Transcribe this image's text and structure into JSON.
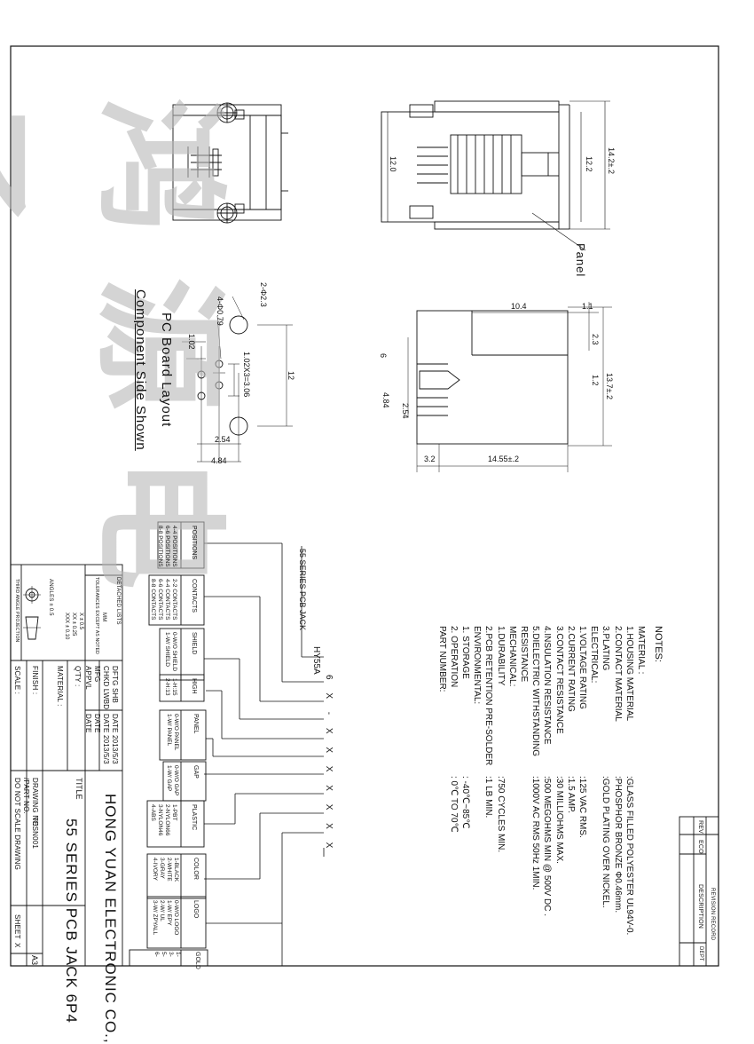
{
  "title_block": {
    "company": "HONG YUAN ELECTRONIC CO.,",
    "title_label": "TITLE",
    "title": "55 SERIES PCB JACK 6P4",
    "drawing_no_label": "DRAWING NO.",
    "drawing_no": "TESN001",
    "part_no_label": "/PART NO.",
    "do_not_scale": "DO NOT SCALE DRAWING",
    "sheet_label": "SHEET",
    "sheet_value": "X",
    "size": "A3",
    "dftg_label": "DFTG",
    "dftg_value": "SHB",
    "chkd_label": "CHKD",
    "chkd_value": "LWBD",
    "mfg_label": "MFG",
    "appvl_label": "APPVL",
    "date_label": "DATE",
    "date1": "2013/5/3",
    "date2": "2013/5/3",
    "qty_label": "Q'TY :",
    "material_label": "MATERIAL :",
    "finish_label": "FINISH :",
    "scale_label": "SCALE :",
    "detached_lists": "DETACHED LISTS",
    "tolerance_header": "TOLERANCES EXCEPT AS NOTED",
    "units": "MM",
    "tol_lines": [
      "X ± 0.5",
      "XX ± 0.25",
      "XXX ± 0.10"
    ],
    "angle_tol": "ANGLES ± 0.5",
    "projection": "THIRD ANGLE PROJECTION"
  },
  "revision": {
    "header": "REVISION RECORD",
    "rev": "REV",
    "eco": "ECO",
    "description": "DESCRIPTION",
    "dept": "DEPT"
  },
  "notes": {
    "heading": "NOTES:",
    "lines": [
      {
        "label": "MATERIAL  :",
        "value": ""
      },
      {
        "label": "1.HOUSING MATERIAL",
        "value": ":GLASS FILLED POLYESTER UL94V-0."
      },
      {
        "label": "2.CONTACT MATERIAL",
        "value": ":PHOSPHOR BRONZE Φ0.46mm."
      },
      {
        "label": "3.PLATING",
        "value": ":GOLD PLATING OVER NICKEL."
      },
      {
        "label": "ELECTRICAL:",
        "value": ""
      },
      {
        "label": "1.VOLTAGE RATING",
        "value": ":125 VAC RMS."
      },
      {
        "label": "2.CURRENT RATING",
        "value": ":1.5 AMP."
      },
      {
        "label": "3.CONTACT RESISTANCE",
        "value": ":30 MILLIOHMS MAX."
      },
      {
        "label": "4.INSULATION RESISTANCE",
        "value": ":500 MEGOHMS MIN @ 500V DC ."
      },
      {
        "label": "5.DIELECTRIC WITHSTANDING",
        "value": ":1000V AC RMS 50Hz 1MIN."
      },
      {
        "label": "   RESISTANCE",
        "value": ""
      },
      {
        "label": "MECHANICAL:",
        "value": ""
      },
      {
        "label": "1.DURABILITY",
        "value": ":750 CYCLES MIN."
      },
      {
        "label": "2.PCB RETENTION PRE-SOLDER",
        "value": ":1 LB MIN."
      },
      {
        "label": "ENVIRONMENTAL:",
        "value": ""
      },
      {
        "label": "   1. STORAGE",
        "value": ": -40℃~85℃"
      },
      {
        "label": "   2. OPERATION",
        "value": ": 0℃ TO 70℃"
      },
      {
        "label": "PART NUMBER:",
        "value": ""
      }
    ]
  },
  "part_number": {
    "series_label": "55 SERIES PCB JACK",
    "prefix": "HY55A",
    "code": "6   X - X   X   X   X   X   X   X",
    "options": [
      {
        "name": "POSITIONS",
        "values": [
          "4-4 POSITIONS",
          "6-6 POSITIONS",
          "8-8 POSITIONS"
        ]
      },
      {
        "name": "CONTACTS",
        "values": [
          "2-2 CONTACTS",
          "4-4 CONTACTS",
          "6-6 CONTACTS",
          "8-8 CONTACTS"
        ]
      },
      {
        "name": "SHIELD",
        "values": [
          "0-W/O SHIELD",
          "1-W/ SHIELD"
        ]
      },
      {
        "name": "HIGH",
        "values": [
          "1-H:15",
          "2-H:13"
        ]
      },
      {
        "name": "PANEL",
        "values": [
          "0-W/O PANEL",
          "1-W/ PANEL"
        ]
      },
      {
        "name": "GAP",
        "values": [
          "0-W/O GAP",
          "1-W/ GAP"
        ]
      },
      {
        "name": "PLASTIC",
        "values": [
          "1-PBT",
          "2-NYLON66",
          "3-NYLON46",
          "4-ABS"
        ]
      },
      {
        "name": "COLOR",
        "values": [
          "1-BLACK",
          "2-WHITE",
          "3-GRAY",
          "4-IVORY"
        ]
      },
      {
        "name": "LOGO",
        "values": [
          "0-W/O LOGO",
          "1-W/ EPY",
          "2-W/ UL",
          "3-W/ ZPYALL"
        ]
      },
      {
        "name": "GOLD",
        "values": [
          "1-",
          "3-",
          "5-",
          "6-"
        ]
      }
    ]
  },
  "pcb_layout": {
    "title": "PC Board Layout",
    "subtitle": "Component Side Shown"
  },
  "dimensions": {
    "d_2x23": "2-Φ2.3",
    "d_4x079": "4-Φ0.79",
    "d_102": "1.02",
    "d_102x3": "1.02X3=3.06",
    "d_6": "6",
    "d_12": "12",
    "d_254a": "2.54",
    "d_484a": "4.84",
    "d_484b": "4.84",
    "d_254b": "2.54",
    "d_104": "10.4",
    "d_11": "1.1",
    "d_23": "2.3",
    "d_12b": "1.2",
    "d_137": "13.7±.2",
    "d_32": "3.2",
    "d_1455": "14.55±.2",
    "d_120": "12.0",
    "d_122": "12.2",
    "d_1422": "14.2±.2",
    "panel": "Panel"
  },
  "watermark": "鸿 源 电 子"
}
